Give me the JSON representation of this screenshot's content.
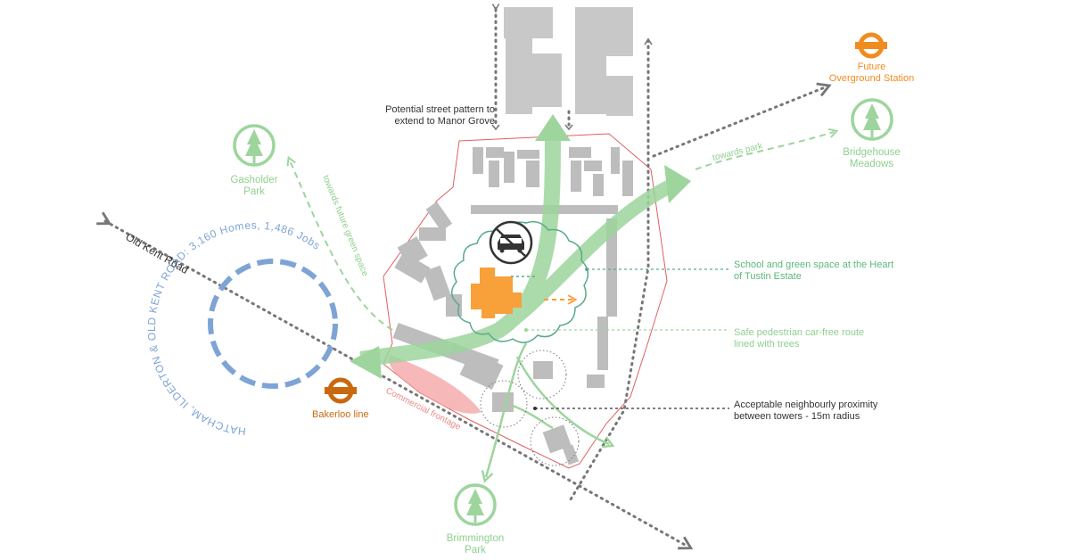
{
  "colors": {
    "building": "#c8c8c8",
    "boundary": "#e06060",
    "green": "#9dd59d",
    "green_text": "#8fcf8f",
    "teal": "#5aaa8a",
    "orange": "#f8a03a",
    "overground": "#f08c1e",
    "bakerloo": "#c8690f",
    "blue_ring": "#7ea4d6",
    "grey_path": "#777777",
    "pink_zone": "#f3a0a0"
  },
  "icons": {
    "park": "tree-in-circle",
    "station": "roundel",
    "no_cars": "car-prohibited"
  },
  "labels": {
    "street_pattern": [
      "Potential street pattern to",
      "extend to Manor Grove"
    ],
    "future_station": [
      "Future",
      "Overground Station"
    ],
    "bridgehouse": [
      "Bridgehouse",
      "Meadows"
    ],
    "gasholder": [
      "Gasholder",
      "Park"
    ],
    "brimmington": [
      "Brimmington",
      "Park"
    ],
    "old_kent_road": "Old Kent Road",
    "towards_park": "towards park",
    "towards_green": "towards future green space",
    "ring_text": "HATCHAM, ILDERTON & OLD KENT ROAD: 3,160 Homes, 1,486 Jobs",
    "bakerloo": "Bakerloo line",
    "commercial": "Commercial frontage",
    "school": [
      "School and green space at the Heart",
      "of Tustin Estate"
    ],
    "safe_route": [
      "Safe pedestrian car-free route",
      "lined with trees"
    ],
    "proximity": [
      "Acceptable neighbourly proximity",
      "between towers - 15m radius"
    ]
  }
}
